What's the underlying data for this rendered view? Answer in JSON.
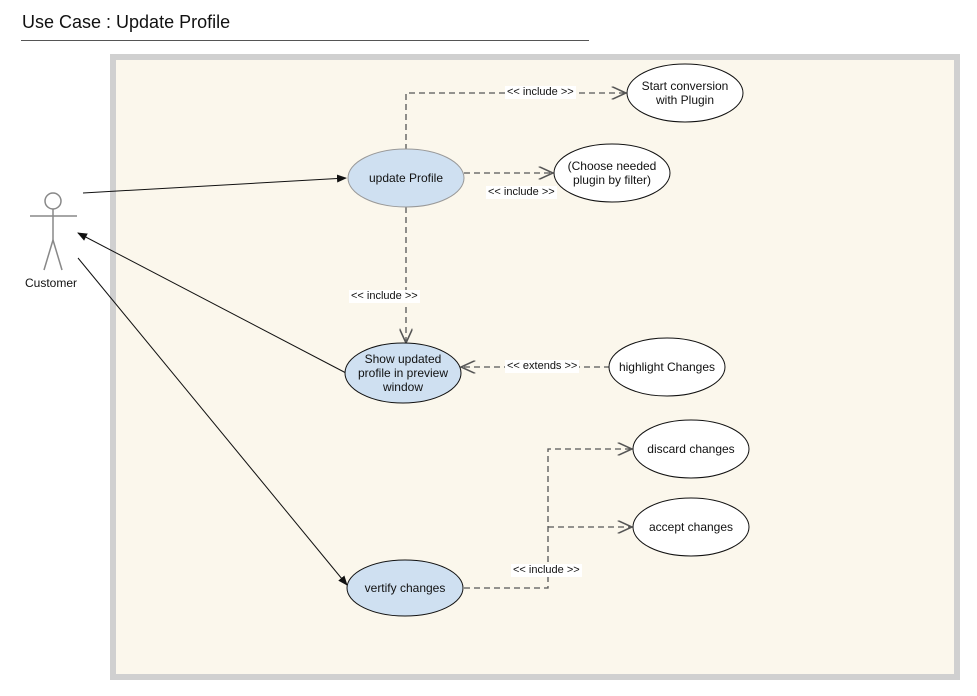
{
  "title": "Use Case : Update Profile",
  "colors": {
    "frame": "#d0d0d0",
    "system_fill": "#fbf7ec",
    "primary_uc": "#cfe0f1",
    "secondary_uc": "#ffffff",
    "line": "#555555"
  },
  "actor": {
    "label": "Customer"
  },
  "use_cases": {
    "update_profile": "update Profile",
    "start_conversion": "Start conversion\nwith Plugin",
    "choose_plugin": "(Choose needed\nplugin by filter)",
    "show_updated": "Show updated\nprofile in preview\nwindow",
    "highlight_changes": "highlight Changes",
    "discard_changes": "discard changes",
    "accept_changes": "accept changes",
    "verify_changes": "vertify changes"
  },
  "relationships": {
    "include_start": "<< include >>",
    "include_choose": "<< include >>",
    "include_show": "<< include >>",
    "extends_highlight": "<< extends >>",
    "include_verify": "<< include >>"
  }
}
